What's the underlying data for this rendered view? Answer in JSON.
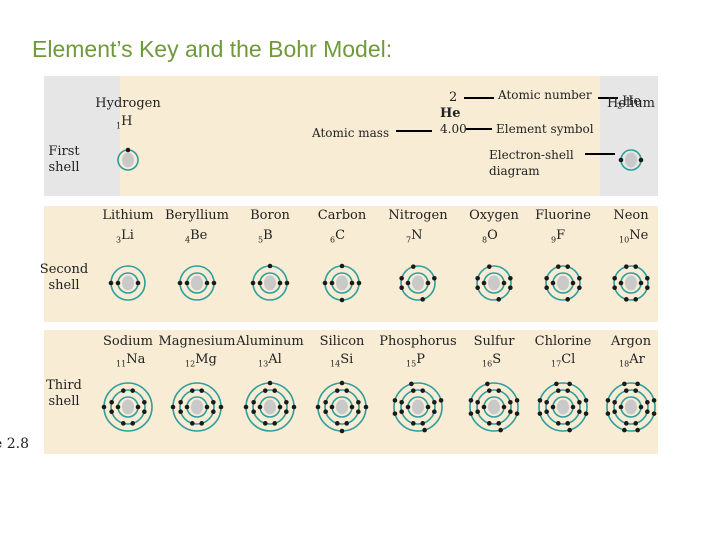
{
  "title": "Element’s Key and the Bohr Model:",
  "edge_text": "e 2.8",
  "shells": {
    "first": "First shell",
    "second": "Second shell",
    "third": "Third shell"
  },
  "key": {
    "number": "2",
    "symbol": "He",
    "mass": "4.00",
    "atomic_number_label": "Atomic number",
    "element_symbol_label": "Element symbol",
    "atomic_mass_label": "Atomic mass",
    "electron_shell_label_1": "Electron-shell",
    "electron_shell_label_2": "diagram"
  },
  "colors": {
    "band": "#f8ecd4",
    "highlight": "#e6e6e6",
    "ring": "#2e9d9d",
    "nucleus": "#c9c9c9",
    "electron": "#1a1a1a",
    "title": "#6f9a3c"
  },
  "elements": [
    {
      "name": "Hydrogen",
      "symbol": "H",
      "number": "1",
      "shells": [
        1
      ]
    },
    {
      "name": "Helium",
      "symbol": "He",
      "number": "2",
      "shells": [
        2
      ]
    },
    {
      "name": "Lithium",
      "symbol": "Li",
      "number": "3",
      "shells": [
        2,
        1
      ]
    },
    {
      "name": "Beryllium",
      "symbol": "Be",
      "number": "4",
      "shells": [
        2,
        2
      ]
    },
    {
      "name": "Boron",
      "symbol": "B",
      "number": "5",
      "shells": [
        2,
        3
      ]
    },
    {
      "name": "Carbon",
      "symbol": "C",
      "number": "6",
      "shells": [
        2,
        4
      ]
    },
    {
      "name": "Nitrogen",
      "symbol": "N",
      "number": "7",
      "shells": [
        2,
        5
      ]
    },
    {
      "name": "Oxygen",
      "symbol": "O",
      "number": "8",
      "shells": [
        2,
        6
      ]
    },
    {
      "name": "Fluorine",
      "symbol": "F",
      "number": "9",
      "shells": [
        2,
        7
      ]
    },
    {
      "name": "Neon",
      "symbol": "Ne",
      "number": "10",
      "shells": [
        2,
        8
      ]
    },
    {
      "name": "Sodium",
      "symbol": "Na",
      "number": "11",
      "shells": [
        2,
        8,
        1
      ]
    },
    {
      "name": "Magnesium",
      "symbol": "Mg",
      "number": "12",
      "shells": [
        2,
        8,
        2
      ]
    },
    {
      "name": "Aluminum",
      "symbol": "Al",
      "number": "13",
      "shells": [
        2,
        8,
        3
      ]
    },
    {
      "name": "Silicon",
      "symbol": "Si",
      "number": "14",
      "shells": [
        2,
        8,
        4
      ]
    },
    {
      "name": "Phosphorus",
      "symbol": "P",
      "number": "15",
      "shells": [
        2,
        8,
        5
      ]
    },
    {
      "name": "Sulfur",
      "symbol": "S",
      "number": "16",
      "shells": [
        2,
        8,
        6
      ]
    },
    {
      "name": "Chlorine",
      "symbol": "Cl",
      "number": "17",
      "shells": [
        2,
        8,
        7
      ]
    },
    {
      "name": "Argon",
      "symbol": "Ar",
      "number": "18",
      "shells": [
        2,
        8,
        8
      ]
    }
  ]
}
